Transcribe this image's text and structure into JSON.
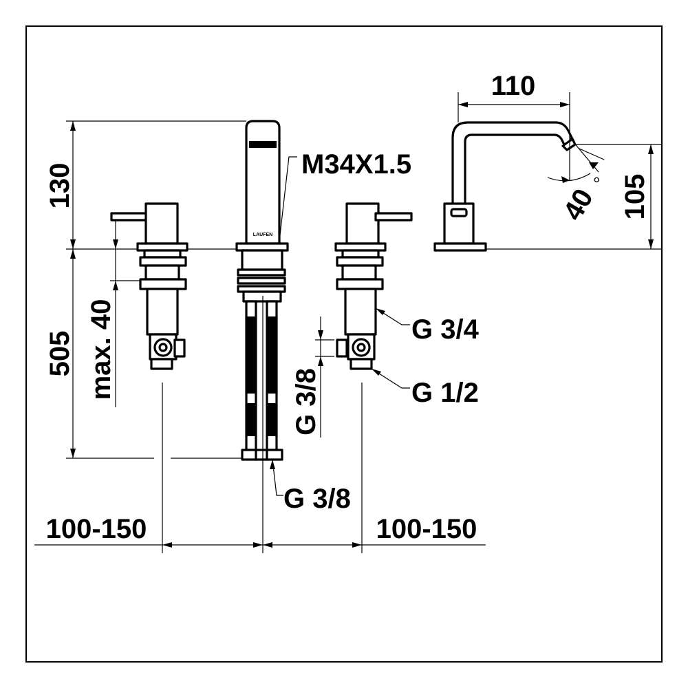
{
  "dimensions": {
    "height_top": "130",
    "height_bottom": "505",
    "max_deck": "max. 40",
    "spout_reach": "110",
    "spout_height": "105",
    "spout_angle": "40",
    "degree_symbol": "°",
    "spacing_left": "100-150",
    "spacing_right": "100-150"
  },
  "threads": {
    "spout_thread": "M34X1.5",
    "valve_thread": "G 3/4",
    "outlet_thread": "G 1/2",
    "hose_thread_vertical": "G 3/8",
    "hose_thread_bottom": "G 3/8"
  },
  "brand_mark": "LAUFEN"
}
